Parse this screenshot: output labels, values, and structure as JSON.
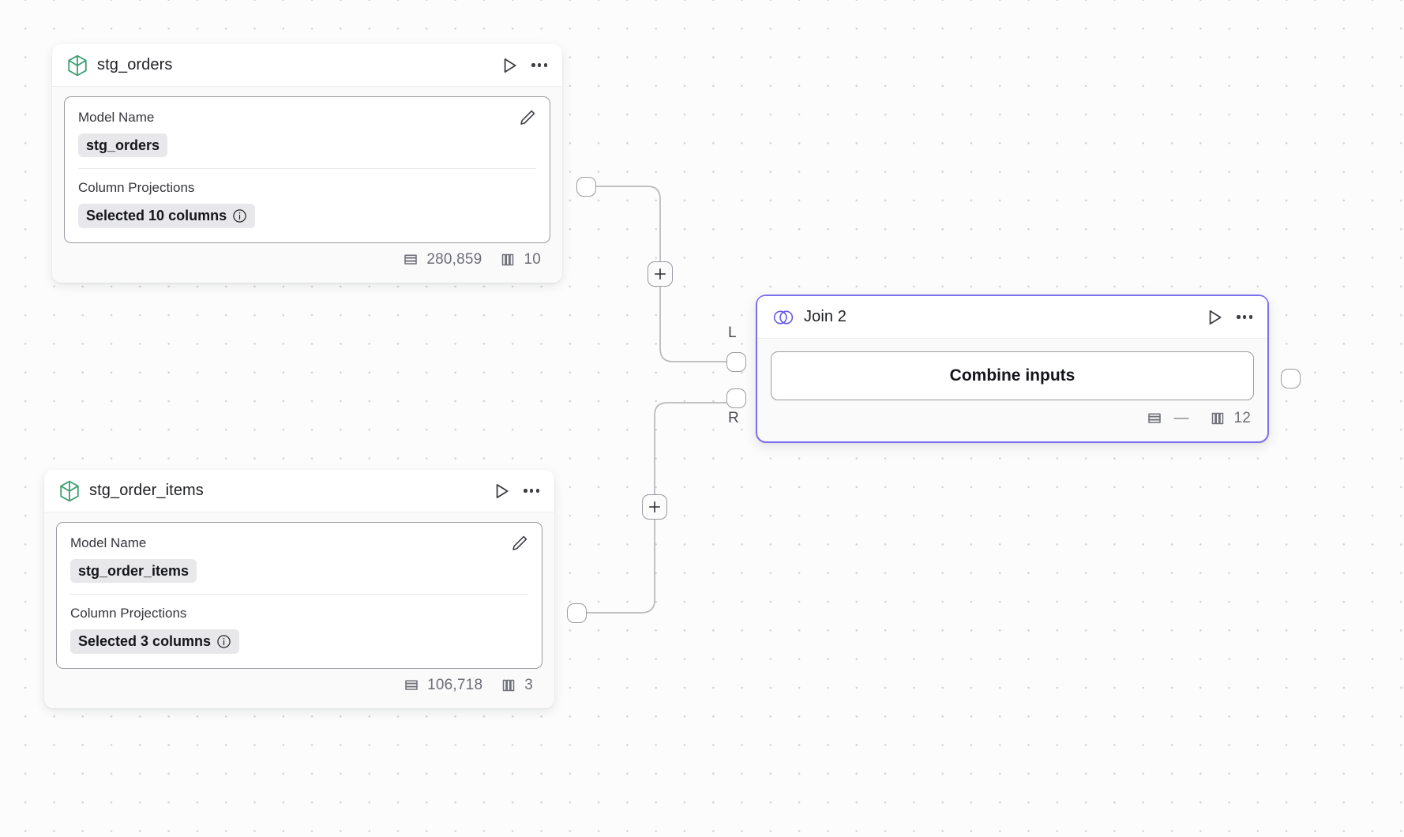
{
  "canvas": {
    "background_color": "#fcfcfc",
    "grid": "dot-grid",
    "accent_color": "#7d6ef0"
  },
  "nodes": [
    {
      "id": "stg_orders",
      "type": "model",
      "icon": "cube-icon",
      "icon_color": "#3f9e72",
      "title": "stg_orders",
      "selected": false,
      "actions": {
        "run_label": "run-icon",
        "menu_label": "more-icon"
      },
      "fields": {
        "model_name_label": "Model Name",
        "model_name_value": "stg_orders",
        "column_projections_label": "Column Projections",
        "column_projections_value": "Selected 10 columns"
      },
      "stats": {
        "rows": "280,859",
        "columns": "10"
      }
    },
    {
      "id": "stg_order_items",
      "type": "model",
      "icon": "cube-icon",
      "icon_color": "#3f9e72",
      "title": "stg_order_items",
      "selected": false,
      "actions": {
        "run_label": "run-icon",
        "menu_label": "more-icon"
      },
      "fields": {
        "model_name_label": "Model Name",
        "model_name_value": "stg_order_items",
        "column_projections_label": "Column Projections",
        "column_projections_value": "Selected 3 columns"
      },
      "stats": {
        "rows": "106,718",
        "columns": "3"
      }
    },
    {
      "id": "join_2",
      "type": "join",
      "icon": "venn-icon",
      "icon_color": "#6558e8",
      "title": "Join 2",
      "selected": true,
      "actions": {
        "run_label": "run-icon",
        "menu_label": "more-icon"
      },
      "body": {
        "combine_label": "Combine inputs"
      },
      "input_ports": [
        {
          "id": "left",
          "label": "L"
        },
        {
          "id": "right",
          "label": "R"
        }
      ],
      "stats": {
        "rows": "—",
        "columns": "12"
      }
    }
  ],
  "edges": [
    {
      "id": "edge-orders-to-join-left",
      "from": "stg_orders",
      "to": "join_2.L",
      "add_button": "+"
    },
    {
      "id": "edge-order-items-to-join-right",
      "from": "stg_order_items",
      "to": "join_2.R",
      "add_button": "+"
    }
  ]
}
